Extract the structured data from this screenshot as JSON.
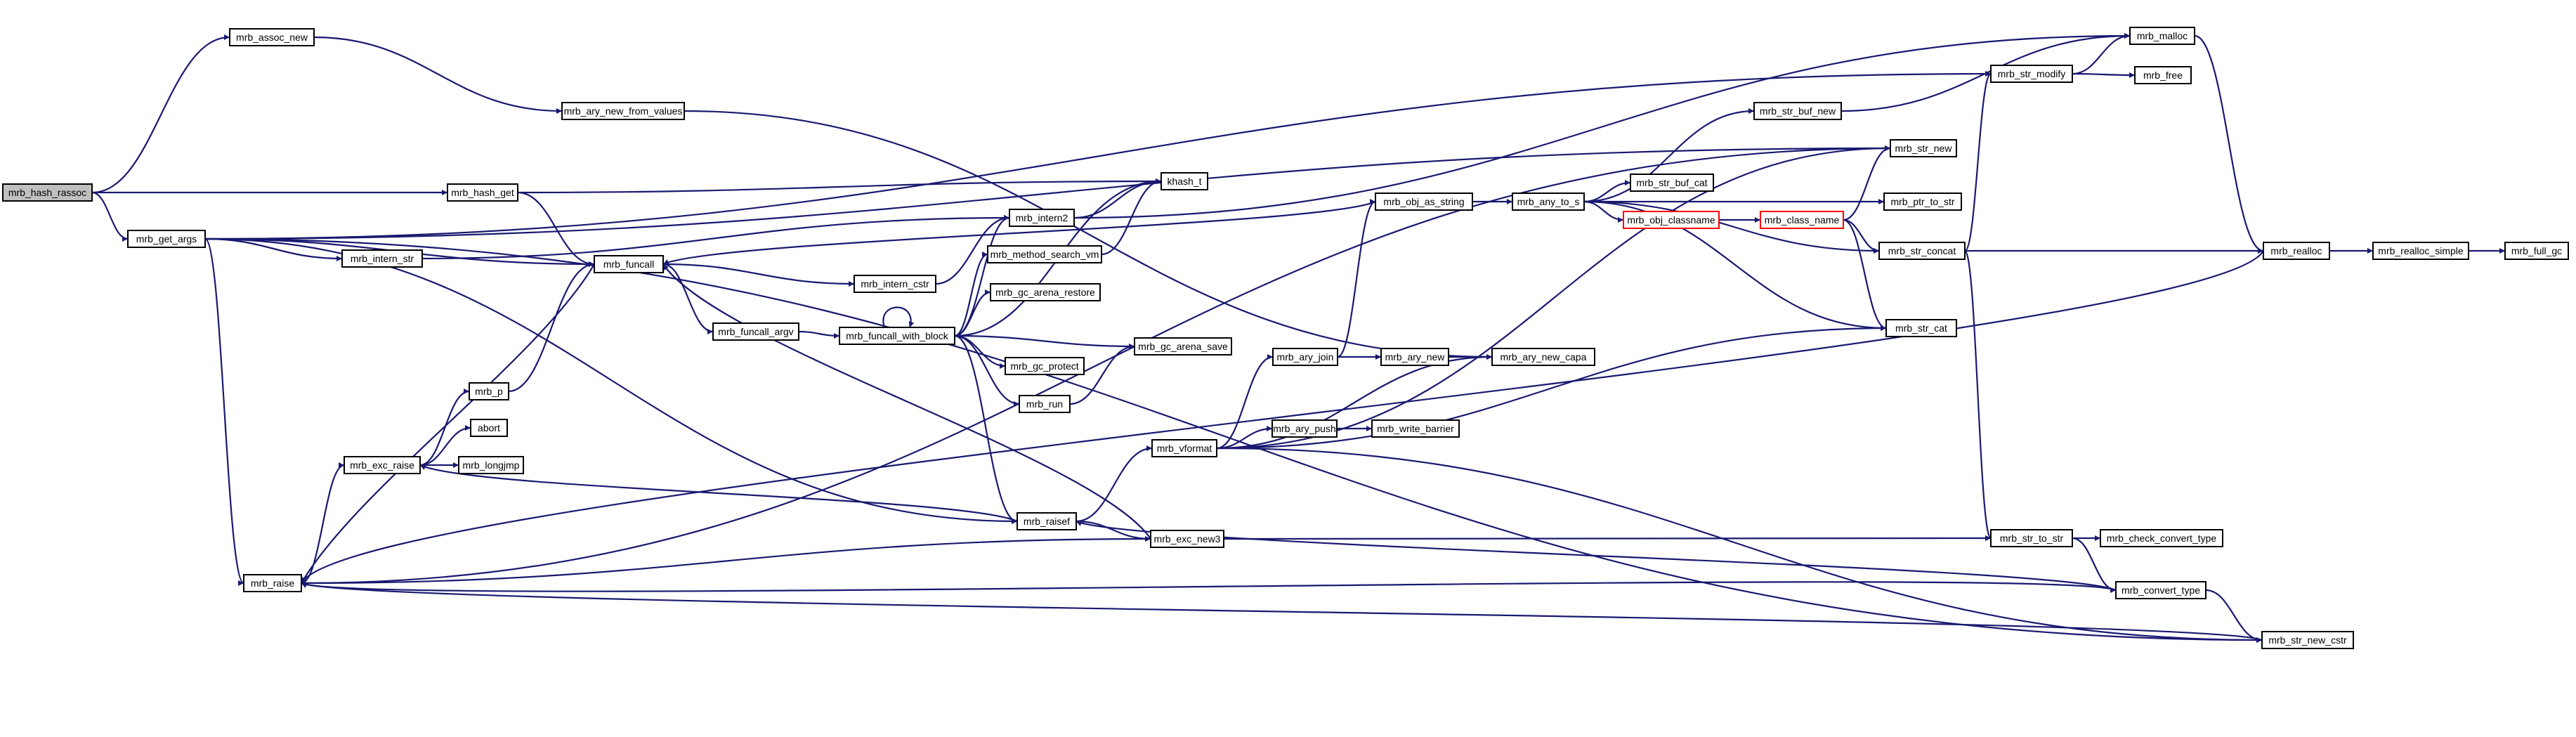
{
  "graph": {
    "edge_color": "#191970",
    "root_fill": "#bfbfbf",
    "truncated_border_color": "#ff0000",
    "nodes": [
      {
        "id": "mrb_hash_rassoc",
        "label": "mrb_hash_rassoc",
        "root": true
      },
      {
        "id": "mrb_assoc_new",
        "label": "mrb_assoc_new"
      },
      {
        "id": "mrb_get_args",
        "label": "mrb_get_args"
      },
      {
        "id": "mrb_hash_get",
        "label": "mrb_hash_get"
      },
      {
        "id": "mrb_intern_str",
        "label": "mrb_intern_str"
      },
      {
        "id": "mrb_raise",
        "label": "mrb_raise"
      },
      {
        "id": "mrb_exc_raise",
        "label": "mrb_exc_raise"
      },
      {
        "id": "mrb_p",
        "label": "mrb_p"
      },
      {
        "id": "abort",
        "label": "abort"
      },
      {
        "id": "mrb_longjmp",
        "label": "mrb_longjmp"
      },
      {
        "id": "mrb_ary_new_from_values",
        "label": "mrb_ary_new_from_values"
      },
      {
        "id": "mrb_funcall",
        "label": "mrb_funcall"
      },
      {
        "id": "mrb_funcall_argv",
        "label": "mrb_funcall_argv"
      },
      {
        "id": "mrb_intern_cstr",
        "label": "mrb_intern_cstr"
      },
      {
        "id": "mrb_funcall_with_block",
        "label": "mrb_funcall_with_block"
      },
      {
        "id": "mrb_intern2",
        "label": "mrb_intern2"
      },
      {
        "id": "mrb_method_search_vm",
        "label": "mrb_method_search_vm"
      },
      {
        "id": "mrb_gc_arena_restore",
        "label": "mrb_gc_arena_restore"
      },
      {
        "id": "mrb_gc_arena_save",
        "label": "mrb_gc_arena_save"
      },
      {
        "id": "mrb_gc_protect",
        "label": "mrb_gc_protect"
      },
      {
        "id": "mrb_run",
        "label": "mrb_run"
      },
      {
        "id": "khash_t",
        "label": "khash_t"
      },
      {
        "id": "mrb_raisef",
        "label": "mrb_raisef"
      },
      {
        "id": "mrb_vformat",
        "label": "mrb_vformat"
      },
      {
        "id": "mrb_exc_new3",
        "label": "mrb_exc_new3"
      },
      {
        "id": "mrb_ary_join",
        "label": "mrb_ary_join"
      },
      {
        "id": "mrb_ary_push",
        "label": "mrb_ary_push"
      },
      {
        "id": "mrb_ary_new",
        "label": "mrb_ary_new"
      },
      {
        "id": "mrb_write_barrier",
        "label": "mrb_write_barrier"
      },
      {
        "id": "mrb_ary_new_capa",
        "label": "mrb_ary_new_capa"
      },
      {
        "id": "mrb_obj_as_string",
        "label": "mrb_obj_as_string"
      },
      {
        "id": "mrb_any_to_s",
        "label": "mrb_any_to_s"
      },
      {
        "id": "mrb_str_buf_cat",
        "label": "mrb_str_buf_cat"
      },
      {
        "id": "mrb_obj_classname",
        "label": "mrb_obj_classname",
        "truncated": true
      },
      {
        "id": "mrb_class_name",
        "label": "mrb_class_name",
        "truncated": true
      },
      {
        "id": "mrb_str_buf_new",
        "label": "mrb_str_buf_new"
      },
      {
        "id": "mrb_str_new",
        "label": "mrb_str_new"
      },
      {
        "id": "mrb_ptr_to_str",
        "label": "mrb_ptr_to_str"
      },
      {
        "id": "mrb_str_concat",
        "label": "mrb_str_concat"
      },
      {
        "id": "mrb_str_cat",
        "label": "mrb_str_cat"
      },
      {
        "id": "mrb_malloc",
        "label": "mrb_malloc"
      },
      {
        "id": "mrb_str_modify",
        "label": "mrb_str_modify"
      },
      {
        "id": "mrb_free",
        "label": "mrb_free"
      },
      {
        "id": "mrb_str_to_str",
        "label": "mrb_str_to_str"
      },
      {
        "id": "mrb_check_convert_type",
        "label": "mrb_check_convert_type"
      },
      {
        "id": "mrb_convert_type",
        "label": "mrb_convert_type"
      },
      {
        "id": "mrb_str_new_cstr",
        "label": "mrb_str_new_cstr"
      },
      {
        "id": "mrb_realloc",
        "label": "mrb_realloc"
      },
      {
        "id": "mrb_realloc_simple",
        "label": "mrb_realloc_simple"
      },
      {
        "id": "mrb_full_gc",
        "label": "mrb_full_gc"
      }
    ],
    "edges": [
      [
        "mrb_hash_rassoc",
        "mrb_assoc_new"
      ],
      [
        "mrb_hash_rassoc",
        "mrb_hash_get"
      ],
      [
        "mrb_hash_rassoc",
        "mrb_get_args"
      ],
      [
        "mrb_assoc_new",
        "mrb_ary_new_from_values"
      ],
      [
        "mrb_get_args",
        "mrb_intern_str"
      ],
      [
        "mrb_get_args",
        "mrb_funcall"
      ],
      [
        "mrb_get_args",
        "mrb_raise"
      ],
      [
        "mrb_get_args",
        "mrb_raisef"
      ],
      [
        "mrb_get_args",
        "mrb_str_modify"
      ],
      [
        "mrb_get_args",
        "mrb_str_new"
      ],
      [
        "mrb_get_args",
        "mrb_str_new_cstr"
      ],
      [
        "mrb_hash_get",
        "khash_t"
      ],
      [
        "mrb_hash_get",
        "mrb_funcall"
      ],
      [
        "mrb_intern_str",
        "mrb_intern2"
      ],
      [
        "mrb_ary_new_from_values",
        "mrb_ary_new_capa"
      ],
      [
        "mrb_funcall",
        "mrb_funcall_argv"
      ],
      [
        "mrb_funcall",
        "mrb_intern_cstr"
      ],
      [
        "mrb_funcall",
        "mrb_raise"
      ],
      [
        "mrb_funcall_argv",
        "mrb_funcall_with_block"
      ],
      [
        "mrb_intern_cstr",
        "mrb_intern2"
      ],
      [
        "mrb_intern2",
        "khash_t"
      ],
      [
        "mrb_intern2",
        "mrb_malloc"
      ],
      [
        "mrb_funcall_with_block",
        "mrb_funcall_with_block"
      ],
      [
        "mrb_funcall_with_block",
        "mrb_intern2"
      ],
      [
        "mrb_funcall_with_block",
        "khash_t"
      ],
      [
        "mrb_funcall_with_block",
        "mrb_method_search_vm"
      ],
      [
        "mrb_funcall_with_block",
        "mrb_gc_arena_restore"
      ],
      [
        "mrb_funcall_with_block",
        "mrb_gc_arena_save"
      ],
      [
        "mrb_funcall_with_block",
        "mrb_gc_protect"
      ],
      [
        "mrb_funcall_with_block",
        "mrb_run"
      ],
      [
        "mrb_funcall_with_block",
        "mrb_raisef"
      ],
      [
        "mrb_method_search_vm",
        "khash_t"
      ],
      [
        "mrb_run",
        "mrb_gc_arena_save"
      ],
      [
        "mrb_obj_as_string",
        "mrb_funcall"
      ],
      [
        "mrb_obj_as_string",
        "mrb_any_to_s"
      ],
      [
        "mrb_raise",
        "mrb_exc_raise"
      ],
      [
        "mrb_raise",
        "mrb_exc_new3"
      ],
      [
        "mrb_raise",
        "mrb_str_new"
      ],
      [
        "mrb_exc_raise",
        "mrb_p"
      ],
      [
        "mrb_exc_raise",
        "abort"
      ],
      [
        "mrb_exc_raise",
        "mrb_longjmp"
      ],
      [
        "mrb_p",
        "mrb_funcall"
      ],
      [
        "mrb_raisef",
        "mrb_vformat"
      ],
      [
        "mrb_raisef",
        "mrb_exc_new3"
      ],
      [
        "mrb_raisef",
        "mrb_exc_raise"
      ],
      [
        "mrb_exc_new3",
        "mrb_funcall"
      ],
      [
        "mrb_exc_new3",
        "mrb_str_to_str"
      ],
      [
        "mrb_vformat",
        "mrb_ary_join"
      ],
      [
        "mrb_vformat",
        "mrb_ary_push"
      ],
      [
        "mrb_vformat",
        "mrb_ary_new_capa"
      ],
      [
        "mrb_vformat",
        "mrb_str_new"
      ],
      [
        "mrb_vformat",
        "mrb_str_new_cstr"
      ],
      [
        "mrb_vformat",
        "mrb_str_cat"
      ],
      [
        "mrb_ary_join",
        "mrb_ary_new"
      ],
      [
        "mrb_ary_join",
        "mrb_obj_as_string"
      ],
      [
        "mrb_ary_new",
        "mrb_ary_new_capa"
      ],
      [
        "mrb_ary_push",
        "mrb_write_barrier"
      ],
      [
        "mrb_any_to_s",
        "mrb_str_buf_cat"
      ],
      [
        "mrb_any_to_s",
        "mrb_obj_classname"
      ],
      [
        "mrb_any_to_s",
        "mrb_str_buf_new"
      ],
      [
        "mrb_any_to_s",
        "mrb_ptr_to_str"
      ],
      [
        "mrb_any_to_s",
        "mrb_str_concat"
      ],
      [
        "mrb_any_to_s",
        "mrb_str_cat"
      ],
      [
        "mrb_obj_classname",
        "mrb_class_name"
      ],
      [
        "mrb_class_name",
        "mrb_str_new"
      ],
      [
        "mrb_class_name",
        "mrb_str_concat"
      ],
      [
        "mrb_class_name",
        "mrb_str_cat"
      ],
      [
        "mrb_str_buf_new",
        "mrb_malloc"
      ],
      [
        "mrb_str_concat",
        "mrb_str_modify"
      ],
      [
        "mrb_str_concat",
        "mrb_realloc"
      ],
      [
        "mrb_str_concat",
        "mrb_str_to_str"
      ],
      [
        "mrb_str_modify",
        "mrb_malloc"
      ],
      [
        "mrb_str_modify",
        "mrb_free"
      ],
      [
        "mrb_malloc",
        "mrb_realloc"
      ],
      [
        "mrb_str_to_str",
        "mrb_check_convert_type"
      ],
      [
        "mrb_str_to_str",
        "mrb_convert_type"
      ],
      [
        "mrb_convert_type",
        "mrb_raisef"
      ],
      [
        "mrb_convert_type",
        "mrb_raise"
      ],
      [
        "mrb_convert_type",
        "mrb_str_new_cstr"
      ],
      [
        "mrb_str_new_cstr",
        "mrb_raise"
      ],
      [
        "mrb_realloc",
        "mrb_realloc_simple"
      ],
      [
        "mrb_realloc",
        "mrb_raise"
      ],
      [
        "mrb_realloc_simple",
        "mrb_full_gc"
      ]
    ]
  }
}
